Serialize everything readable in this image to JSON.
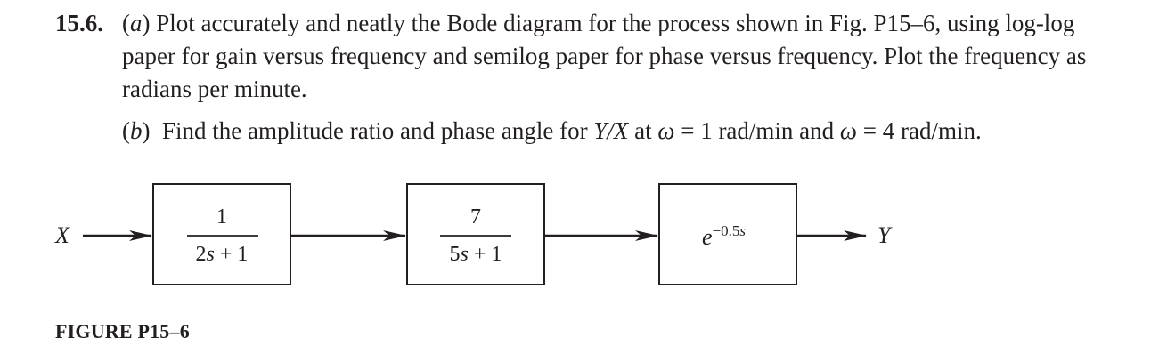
{
  "problem": {
    "number": "15.6.",
    "part_a": {
      "open": "(",
      "label": "a",
      "close": ")",
      "text": " Plot accurately and neatly the Bode diagram for the process shown in Fig. P15–6, using log-log paper for gain versus frequency and semilog paper for phase versus frequency. Plot the frequency as radians per minute."
    },
    "part_b": {
      "open": "(",
      "label": "b",
      "close": ")",
      "t1": "  Find the amplitude ratio and phase angle for ",
      "ratio": "Y/X",
      "t2": " at ",
      "omega1": "ω",
      "t3": " = 1 rad/min and ",
      "omega2": "ω",
      "t4": " = 4 rad/min."
    }
  },
  "diagram": {
    "input": "X",
    "output": "Y",
    "block1": {
      "numerator": "1",
      "den_coef": "2",
      "den_var": "s",
      "den_rest": " + 1"
    },
    "block2": {
      "numerator": "7",
      "den_coef": "5",
      "den_var": "s",
      "den_rest": " + 1"
    },
    "block3": {
      "base": "e",
      "exp_num": "−0.5",
      "exp_var": "s"
    }
  },
  "caption": "FIGURE P15–6"
}
